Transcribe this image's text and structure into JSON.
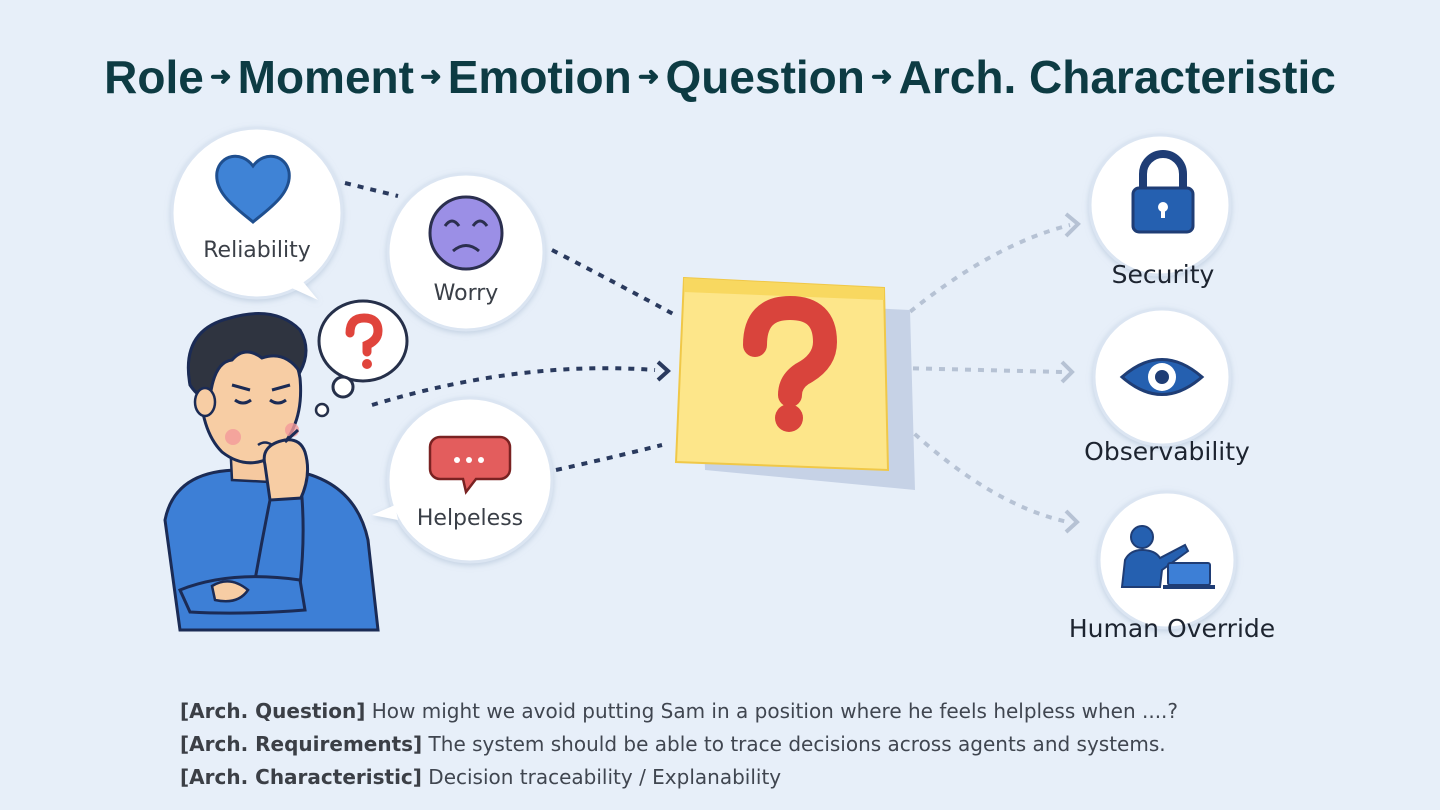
{
  "title": {
    "parts": [
      "Role",
      "Moment",
      "Emotion",
      "Question",
      "Arch. Characteristic"
    ],
    "separator": "➜"
  },
  "emotions": [
    {
      "label": "Reliability",
      "icon": "heart-icon"
    },
    {
      "label": "Worry",
      "icon": "sad-face-icon"
    },
    {
      "label": "Helpeless",
      "icon": "chat-bubble-icon"
    }
  ],
  "question_icon": "question-mark-icon",
  "characteristics": [
    {
      "label": "Security",
      "icon": "lock-icon"
    },
    {
      "label": "Observability",
      "icon": "eye-icon"
    },
    {
      "label": "Human Override",
      "icon": "presenter-icon"
    }
  ],
  "statements": [
    {
      "tag": "[Arch. Question]",
      "text": " How might we avoid putting Sam in a position where he feels helpless when ....?"
    },
    {
      "tag": "[Arch. Requirements]",
      "text": " The system should be able to trace decisions across agents and systems."
    },
    {
      "tag": "[Arch. Characteristic]",
      "text": " Decision traceability / Explanability"
    }
  ],
  "colors": {
    "background": "#e7eff9",
    "title": "#0d3b43",
    "heart": "#3f83d6",
    "sad_face": "#9b8fe6",
    "question": "#d9443c",
    "sticky_note": "#fde68a",
    "lock": "#2560b0",
    "shirt": "#3d7fd6"
  }
}
